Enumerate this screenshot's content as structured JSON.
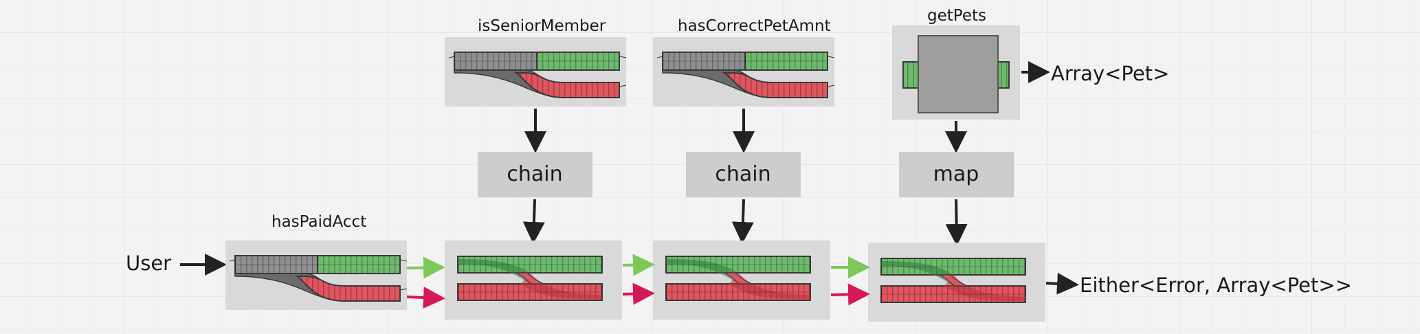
{
  "labels": {
    "user": "User",
    "has_paid_acct": "hasPaidAcct",
    "is_senior_member": "isSeniorMember",
    "has_correct_pet_amnt": "hasCorrectPetAmnt",
    "get_pets": "getPets",
    "array_pet": "Array<Pet>",
    "either_result": "Either<Error, Array<Pet>>"
  },
  "operators": {
    "chain_1": "chain",
    "chain_2": "chain",
    "map": "map"
  },
  "colors": {
    "success_track": "#6dba6d",
    "error_track": "#e0555f",
    "neutral_track": "#8f8f8f",
    "success_arrow": "#7cc95a",
    "error_arrow": "#d6175a",
    "arrow": "#222222",
    "box_fill": "#d9d9d9",
    "operator_fill": "#cdcdcd",
    "map_block": "#9e9e9e"
  }
}
